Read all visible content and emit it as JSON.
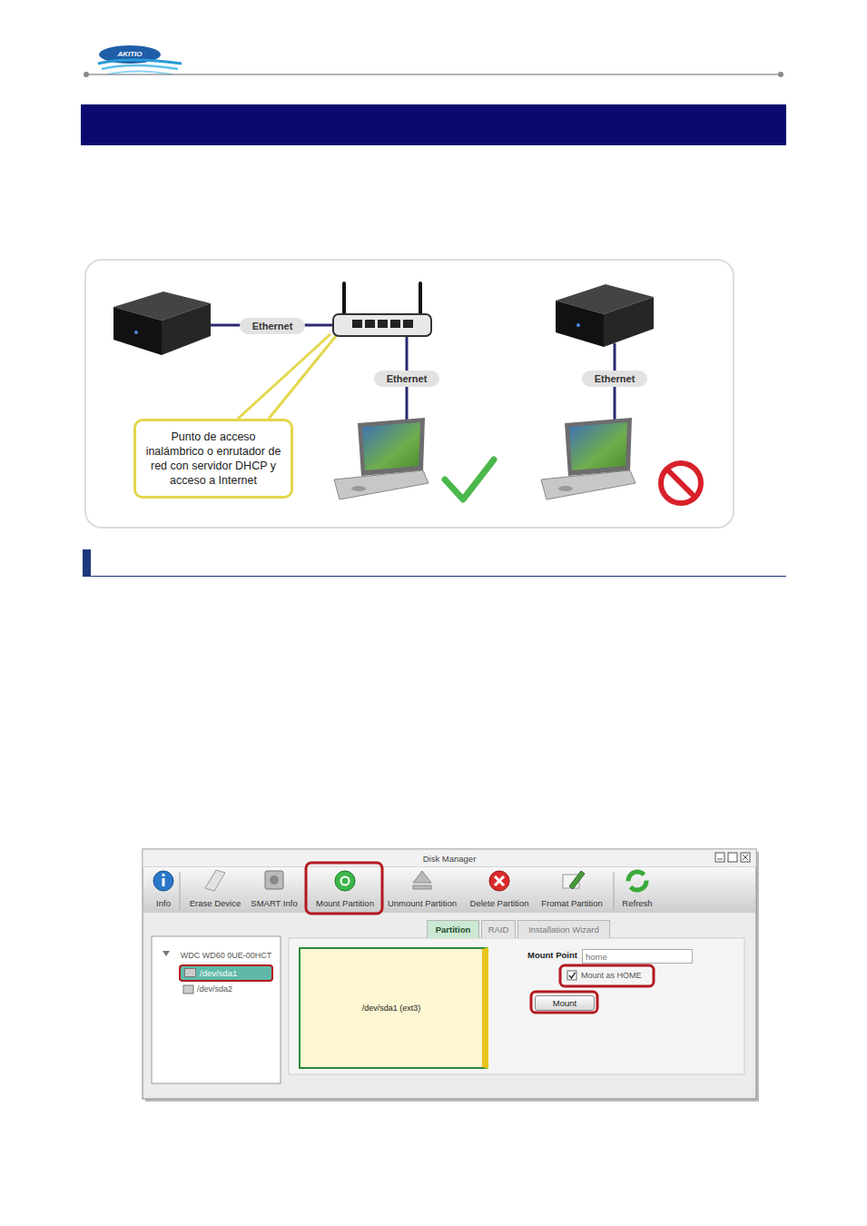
{
  "diagram": {
    "nodes": [
      {
        "text": [
          "Ethernet"
        ]
      },
      {
        "text": [
          "Ethernet"
        ]
      },
      {
        "text": [
          "Ethernet"
        ]
      },
      {
        "text": [
          "Punto de acceso inalámbrico o enrutador de red con servidor DHCP y acceso a Internet"
        ]
      },
      {
        "text": [
          "Disk Manager"
        ]
      },
      {
        "text": [
          "Partition"
        ],
        "in": 4
      },
      {
        "text": [
          "RAID"
        ],
        "in": 4
      },
      {
        "text": [
          "Installation Wizard"
        ],
        "in": 4
      },
      {
        "text": [
          "WDC WD60 0UE-00HCT"
        ],
        "in": 4
      },
      {
        "text": [
          "/dev/sda1"
        ],
        "in": 8
      },
      {
        "text": [
          "/dev/sda1 (ext3)"
        ],
        "in": 4
      },
      {
        "text": [
          "home"
        ],
        "in": 4
      },
      {
        "text": [
          "Mount"
        ],
        "in": 4
      }
    ],
    "labels": [
      "AKITIO",
      "Info",
      "Erase Device",
      "SMART Info",
      "Mount Partition",
      "Unmount Partition",
      "Delete Partition",
      "Fromat Partition",
      "Refresh",
      "/dev/sda2",
      "Mount Point",
      "Mount as HOME"
    ]
  }
}
